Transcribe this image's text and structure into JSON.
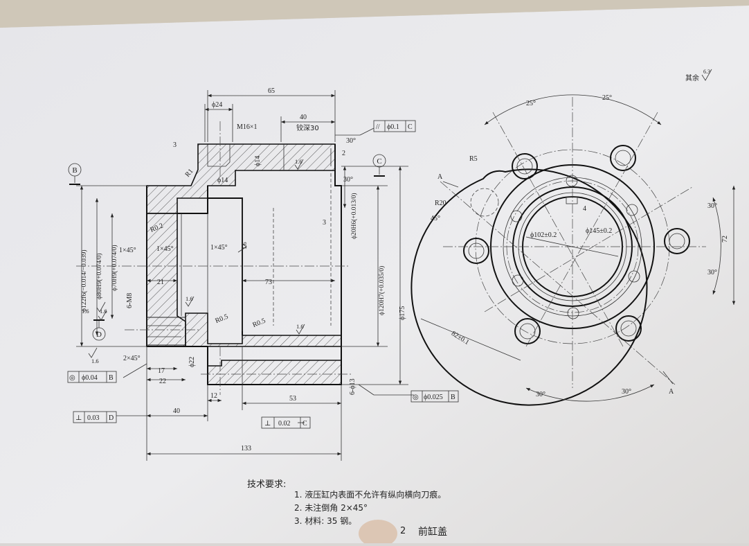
{
  "left_view": {
    "dims": {
      "d24": "ϕ24",
      "thread": "M16×1",
      "top_len": "65",
      "counter_depth_len": "40",
      "counter_depth": "铰深30",
      "chamfer_top": "3",
      "radius1": "R1",
      "d14a": "ϕ14",
      "d14b": "ϕ14",
      "ang30a": "30°",
      "ang30b": "30°",
      "two": "2",
      "three": "3",
      "r02": "R0.2",
      "ch1": "1×45°",
      "ch2": "1×45°",
      "ch3": "1×45°",
      "d21": "21",
      "d73": "73",
      "r05a": "R0.5",
      "r05b": "R0.5",
      "m8": "6-M8",
      "d22": "ϕ22",
      "ch4": "2×45°",
      "d17": "17",
      "d22b": "22",
      "d12": "12",
      "d53": "53",
      "d40": "40",
      "d133": "133",
      "d6_13": "6-ϕ13",
      "d175": "ϕ175",
      "d122": "ϕ122f6(−0.014/−0.039)",
      "d80": "ϕ80H9(+0.074/0)",
      "d70": "ϕ70H9(+0.074/0)",
      "d120": "ϕ120H7(+0.035/0)",
      "d20": "ϕ20H6(+0.013/0)",
      "rough_a": "1.6",
      "rough_b": "1.6",
      "rough_c": "1.6",
      "rough_d": "1.6",
      "rough_e": "1.6",
      "rough_f": "1.6",
      "rough_g": "1.6"
    },
    "datums": {
      "b": "B",
      "c": "C",
      "d": "D"
    },
    "tolerances": {
      "parallel": {
        "symbol": "//",
        "value": "ϕ0.1",
        "datum": "C"
      },
      "coax_b": {
        "symbol": "◎",
        "value": "ϕ0.04",
        "datum": "B"
      },
      "perp_d": {
        "symbol": "⊥",
        "value": "0.03",
        "datum": "D"
      },
      "perp_c": {
        "symbol": "⊥",
        "value": "0.02",
        "datum": "C"
      },
      "coax_c": {
        "symbol": "◎",
        "value": "ϕ0.025",
        "datum": "B"
      }
    }
  },
  "right_view": {
    "rest": "其余",
    "rest_rough": "6.3",
    "dims": {
      "a25l": "25°",
      "a25r": "25°",
      "r5": "R5",
      "r20": "R20",
      "a45": "45°",
      "a30r1": "30°",
      "a30r2": "30°",
      "d72": "72",
      "d4": "4",
      "d102": "ϕ102±0.2",
      "d145": "ϕ145±0.2",
      "d82": "82±0.1",
      "a30b1": "30°",
      "a30b2": "30°",
      "sec_a1": "A",
      "sec_a2": "A"
    }
  },
  "notes": {
    "heading": "技术要求:",
    "items": [
      "1. 液压缸内表面不允许有纵向横向刀痕。",
      "2. 未注倒角 2×45°",
      "3. 材料: 35 钢。"
    ]
  },
  "caption": {
    "page": "2",
    "title": "前缸盖"
  }
}
